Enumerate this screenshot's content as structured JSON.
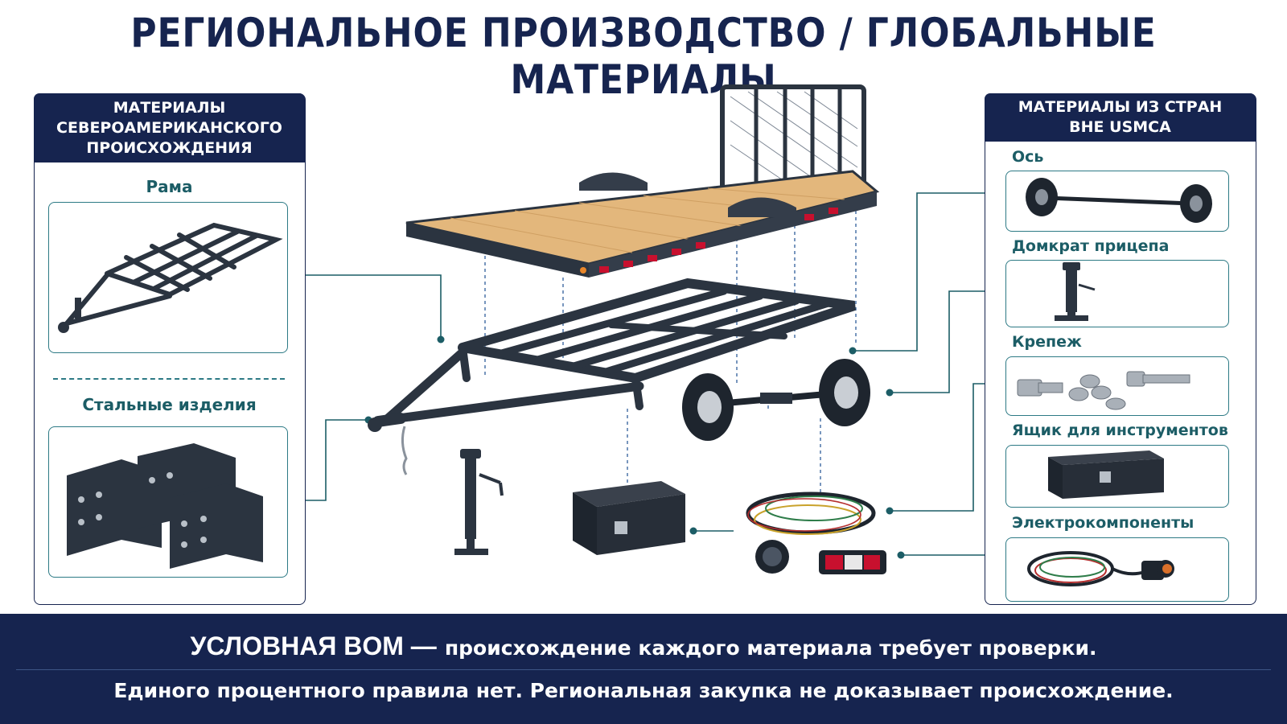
{
  "title": "РЕГИОНАЛЬНОЕ ПРОИЗВОДСТВО / ГЛОБАЛЬНЫЕ МАТЕРИАЛЫ",
  "left_panel": {
    "heading_lines": [
      "МАТЕРИАЛЫ",
      "СЕВЕРОАМЕРИКАНСКОГО",
      "ПРОИСХОЖДЕНИЯ"
    ],
    "items": [
      {
        "label": "Рама",
        "icon": "frame-icon"
      },
      {
        "label": "Стальные изделия",
        "icon": "steel-brackets-icon"
      }
    ]
  },
  "right_panel": {
    "heading_lines": [
      "МАТЕРИАЛЫ ИЗ СТРАН",
      "ВНЕ USMCA"
    ],
    "items": [
      {
        "label": "Ось",
        "icon": "axle-icon"
      },
      {
        "label": "Домкрат прицепа",
        "icon": "jack-icon"
      },
      {
        "label": "Крепеж",
        "icon": "fasteners-icon"
      },
      {
        "label": "Ящик для инструментов",
        "icon": "toolbox-icon"
      },
      {
        "label": "Электрокомпоненты",
        "icon": "wiring-icon"
      }
    ]
  },
  "bottom": {
    "line1_lead": "УСЛОВНАЯ BOM —",
    "line1_rest": "происхождение каждого материала требует проверки.",
    "line2": "Единого процентного правила нет. Региональная закупка не доказывает происхождение."
  },
  "colors": {
    "navy": "#16244f",
    "teal": "#1c5d66",
    "frame": "#2b3440",
    "deck_wood": "#e3b77c",
    "reflector_red": "#c8102e"
  }
}
